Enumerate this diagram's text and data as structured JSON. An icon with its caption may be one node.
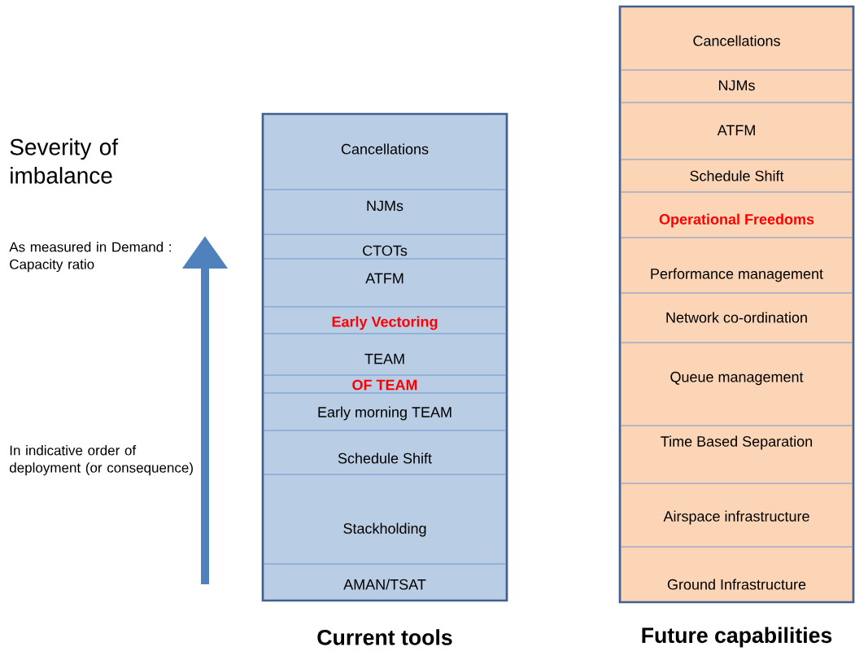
{
  "diagram": {
    "nodes": [
      {
        "text": [
          "Current tools"
        ]
      },
      {
        "text": [
          "Cancellations"
        ],
        "in": 0
      },
      {
        "text": [
          "NJMs"
        ],
        "in": 0
      },
      {
        "text": [
          "CTOTs"
        ],
        "in": 0
      },
      {
        "text": [
          "ATFM"
        ],
        "in": 0
      },
      {
        "text": [
          "Early Vectoring"
        ],
        "in": 0
      },
      {
        "text": [
          "TEAM"
        ],
        "in": 0
      },
      {
        "text": [
          "OF TEAM"
        ],
        "in": 0
      },
      {
        "text": [
          "Early morning TEAM"
        ],
        "in": 0
      },
      {
        "text": [
          "Schedule Shift"
        ],
        "in": 0
      },
      {
        "text": [
          "Stackholding"
        ],
        "in": 0
      },
      {
        "text": [
          "AMAN/TSAT"
        ],
        "in": 0
      },
      {
        "text": [
          "Future capabilities"
        ]
      },
      {
        "text": [
          "Cancellations"
        ],
        "in": 12
      },
      {
        "text": [
          "NJMs"
        ],
        "in": 12
      },
      {
        "text": [
          "ATFM"
        ],
        "in": 12
      },
      {
        "text": [
          "Schedule Shift"
        ],
        "in": 12
      },
      {
        "text": [
          "Operational Freedoms"
        ],
        "in": 12
      },
      {
        "text": [
          "Performance management"
        ],
        "in": 12
      },
      {
        "text": [
          "Network co-ordination"
        ],
        "in": 12
      },
      {
        "text": [
          "Queue management"
        ],
        "in": 12
      },
      {
        "text": [
          "Time Based Separation"
        ],
        "in": 12
      },
      {
        "text": [
          "Airspace infrastructure"
        ],
        "in": 12
      },
      {
        "text": [
          "Ground Infrastructure"
        ],
        "in": 12
      }
    ],
    "labels": [
      "Severity of imbalance",
      "As measured in Demand : Capacity ratio",
      "In indicative order of deployment (or consequence)"
    ]
  }
}
